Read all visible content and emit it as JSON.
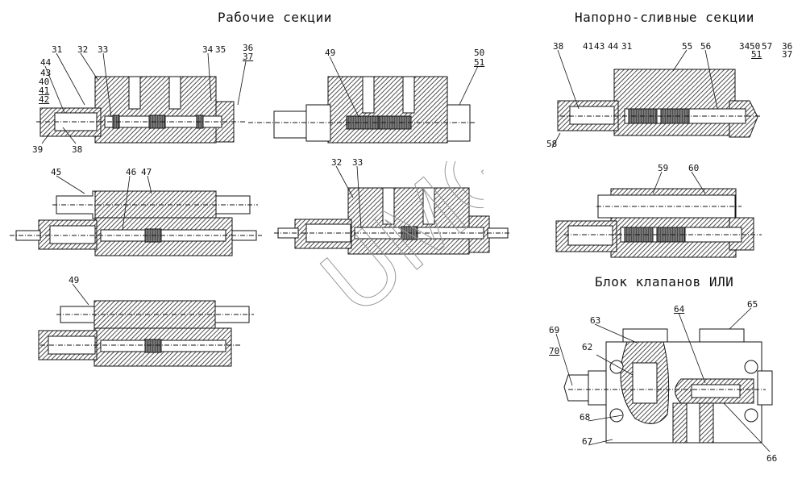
{
  "titles": {
    "working_sections": "Рабочие секции",
    "pressure_drain_sections": "Напорно-сливные секции",
    "or_valve_block": "Блок клапанов ИЛИ"
  },
  "watermark": "UMG",
  "callouts": {
    "ws1": [
      "31",
      "32",
      "33",
      "34",
      "35",
      "36",
      "37",
      "44",
      "43",
      "40",
      "41",
      "42",
      "39",
      "38"
    ],
    "ws2": [
      "49",
      "50",
      "51"
    ],
    "ws3": [
      "45",
      "46",
      "47"
    ],
    "ws4": [
      "32",
      "33"
    ],
    "ws5": [
      "49"
    ],
    "pd1": [
      "38",
      "41",
      "43",
      "44",
      "31",
      "55",
      "56",
      "34",
      "50",
      "51",
      "57",
      "36",
      "37",
      "58"
    ],
    "pd2": [
      "59",
      "60"
    ],
    "vb": [
      "63",
      "62",
      "69",
      "70",
      "68",
      "67",
      "64",
      "65",
      "66"
    ]
  }
}
